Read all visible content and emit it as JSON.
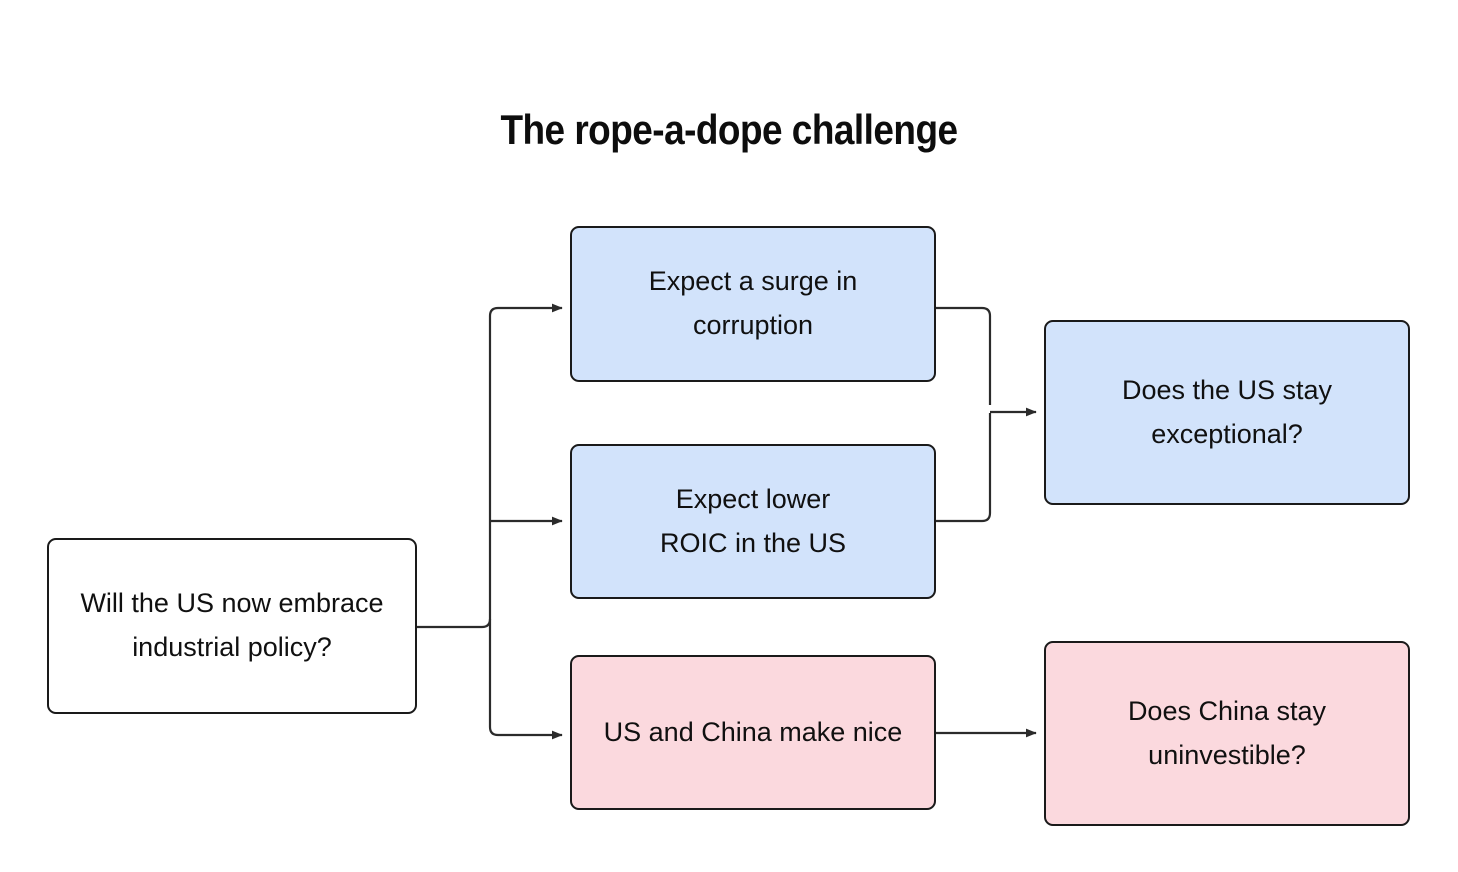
{
  "title": "The rope-a-dope challenge",
  "colors": {
    "blue_fill": "#d2e3fb",
    "pink_fill": "#fbd9de",
    "white_fill": "#ffffff",
    "border": "#1a1a1a",
    "connector": "#2b2b2b",
    "text": "#101010"
  },
  "nodes": {
    "root": "Will the US now embrace\nindustrial policy?",
    "corruption": "Expect a surge in\ncorruption",
    "roic": "Expect lower\nROIC in the US",
    "make_nice": "US and China make nice",
    "us_exceptional": "Does the US stay\nexceptional?",
    "china_uninvestible": "Does China stay\nuninvestible?"
  },
  "edges": [
    {
      "from": "root",
      "to": "corruption",
      "arrow": true
    },
    {
      "from": "root",
      "to": "roic",
      "arrow": true
    },
    {
      "from": "root",
      "to": "make_nice",
      "arrow": true
    },
    {
      "from": "corruption",
      "to": "us_exceptional",
      "arrow": true
    },
    {
      "from": "roic",
      "to": "us_exceptional",
      "arrow": true
    },
    {
      "from": "make_nice",
      "to": "china_uninvestible",
      "arrow": true
    }
  ]
}
